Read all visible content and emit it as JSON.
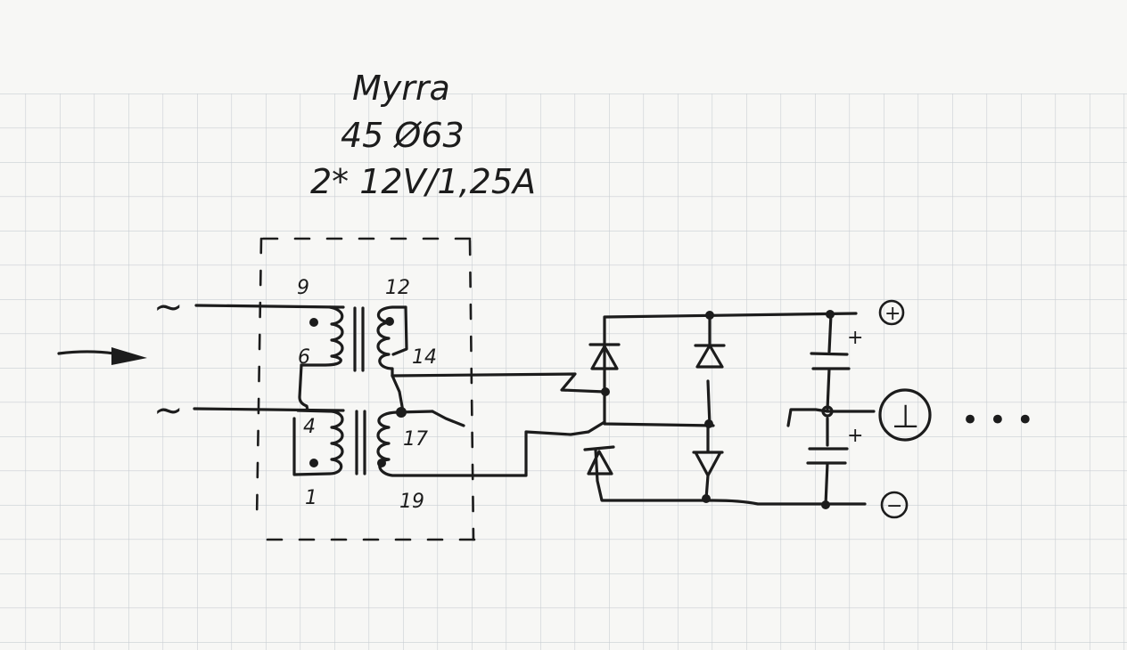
{
  "header": {
    "brand": "Myrra",
    "part_number": "45 Ø63",
    "rating": "2* 12V/1,25A"
  },
  "transformer": {
    "pins": {
      "p9": "9",
      "p12": "12",
      "p6": "6",
      "p14": "14",
      "p4": "4",
      "p17": "17",
      "p1": "1",
      "p19": "19"
    }
  },
  "inputs": {
    "ac_top": "~",
    "ac_bottom": "~"
  },
  "outputs": {
    "plus": "+",
    "ground": "⊥",
    "minus": "−",
    "cap_top_plus": "+",
    "cap_bottom_plus": "+",
    "continuation": "• • •"
  },
  "colors": {
    "ink": "#1c1c1c",
    "paper": "#f7f7f5",
    "grid": "#c9ced3"
  }
}
